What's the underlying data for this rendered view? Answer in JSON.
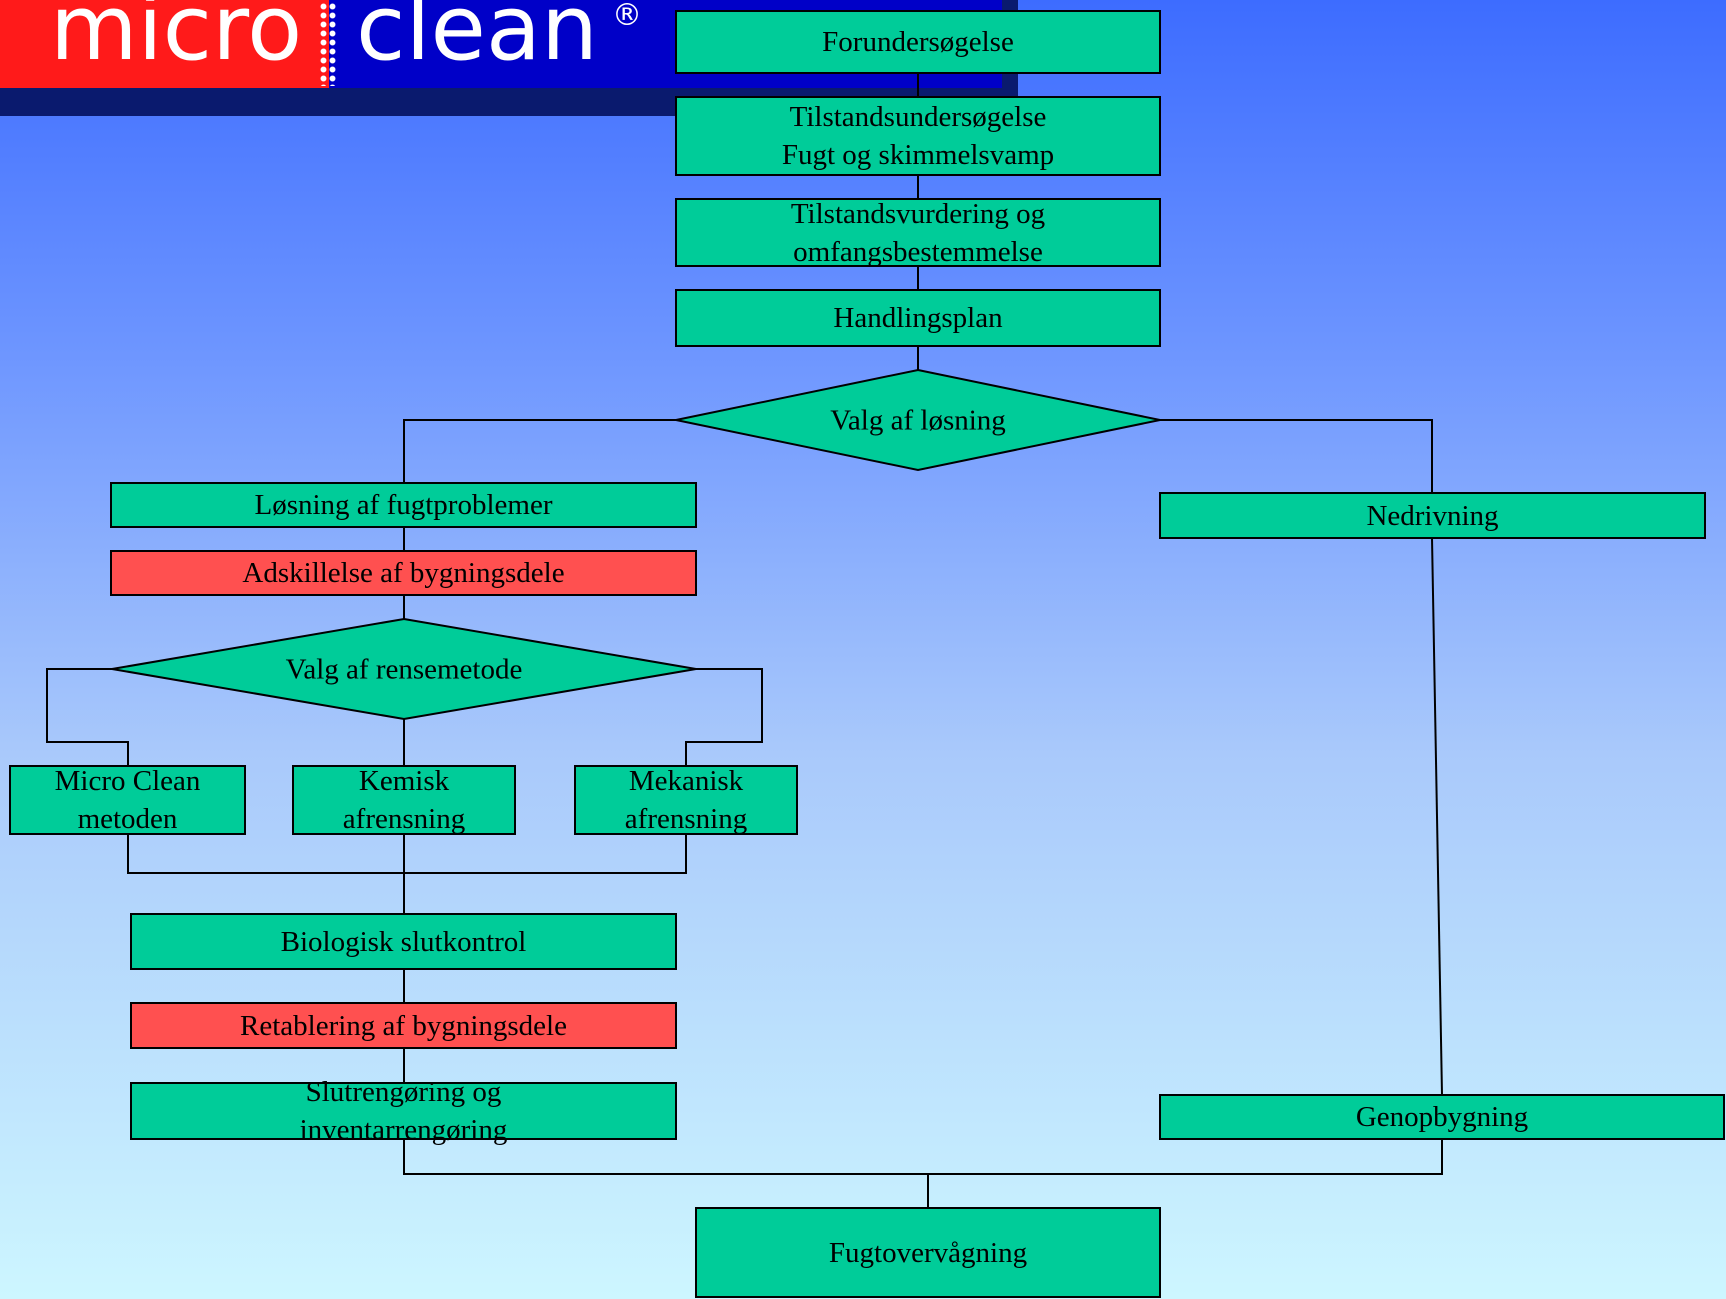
{
  "logo": {
    "left_word": "micro",
    "right_word": "clean",
    "registered": "®"
  },
  "colors": {
    "process_box": "#00cc99",
    "highlight_box": "#ff5050",
    "logo_red": "#ff1a1a",
    "logo_blue": "#0000c8"
  },
  "steps": {
    "forundersogelse": "Forundersøgelse",
    "tilstandsundersogelse": [
      "Tilstandsundersøgelse",
      "Fugt og skimmelsvamp"
    ],
    "tilstandsvurdering": [
      "Tilstandsvurdering og",
      "omfangsbestemmelse"
    ],
    "handlingsplan": "Handlingsplan",
    "valg_losning": "Valg af løsning",
    "losning_fugt": "Løsning af fugtproblemer",
    "adskillelse": "Adskillelse af bygningsdele",
    "valg_rensemetode": "Valg af rensemetode",
    "micro_clean": [
      "Micro Clean",
      "metoden"
    ],
    "kemisk": [
      "Kemisk",
      "afrensning"
    ],
    "mekanisk": [
      "Mekanisk",
      "afrensning"
    ],
    "biologisk": "Biologisk slutkontrol",
    "retablering": "Retablering af bygningsdele",
    "slutrengoring": [
      "Slutrengøring og",
      "inventarrengøring"
    ],
    "nedrivning": "Nedrivning",
    "genopbygning": "Genopbygning",
    "fugtovervagning": "Fugtovervågning"
  }
}
